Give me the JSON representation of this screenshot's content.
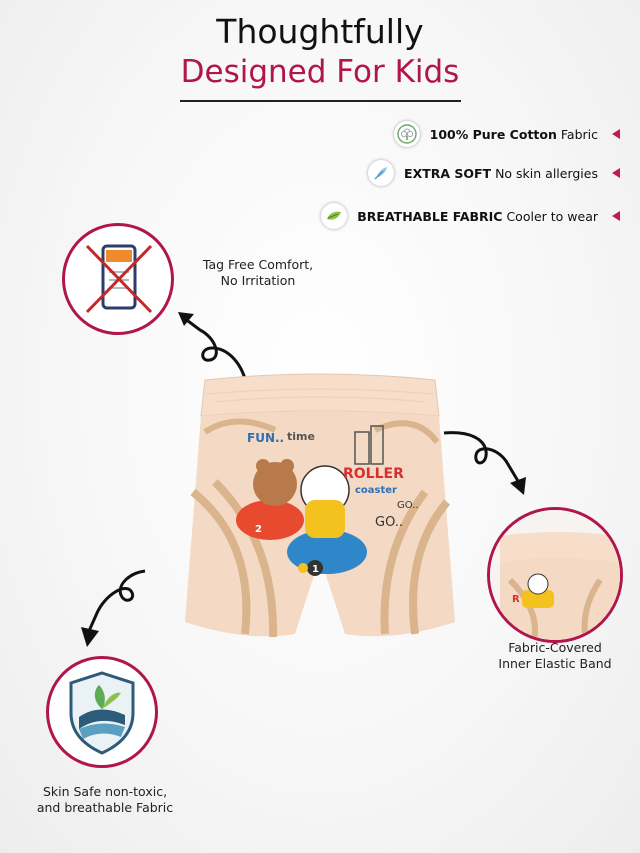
{
  "header": {
    "title_line1": "Thoughtfully",
    "title_line2": "Designed For Kids"
  },
  "features": [
    {
      "icon": "cotton-flower-icon",
      "bold": "100% Pure Cotton",
      "rest": " Fabric"
    },
    {
      "icon": "feather-soft-icon",
      "bold": "EXTRA SOFT",
      "rest": " No skin allergies"
    },
    {
      "icon": "leaf-breathable-icon",
      "bold": "BREATHABLE FABRIC",
      "rest": " Cooler to wear"
    }
  ],
  "callouts": {
    "tag_free": {
      "line1": "Tag Free Comfort,",
      "line2": "No Irritation"
    },
    "elastic": {
      "line1": "Fabric-Covered",
      "line2": "Inner Elastic Band"
    },
    "skin_safe": {
      "line1": "Skin Safe non-toxic,",
      "line2": "and breathable Fabric"
    }
  },
  "print_text": {
    "fun": "FUN..",
    "time": "time",
    "roller": "ROLLER",
    "coaster": "coaster",
    "go1": "GO..",
    "go2": "GO..",
    "num1": "1",
    "num2": "2"
  },
  "colors": {
    "accent": "#b0164c",
    "shorts": "#f4d9c4",
    "track": "#d9b48c",
    "feature_arrow": "#c2185b"
  }
}
